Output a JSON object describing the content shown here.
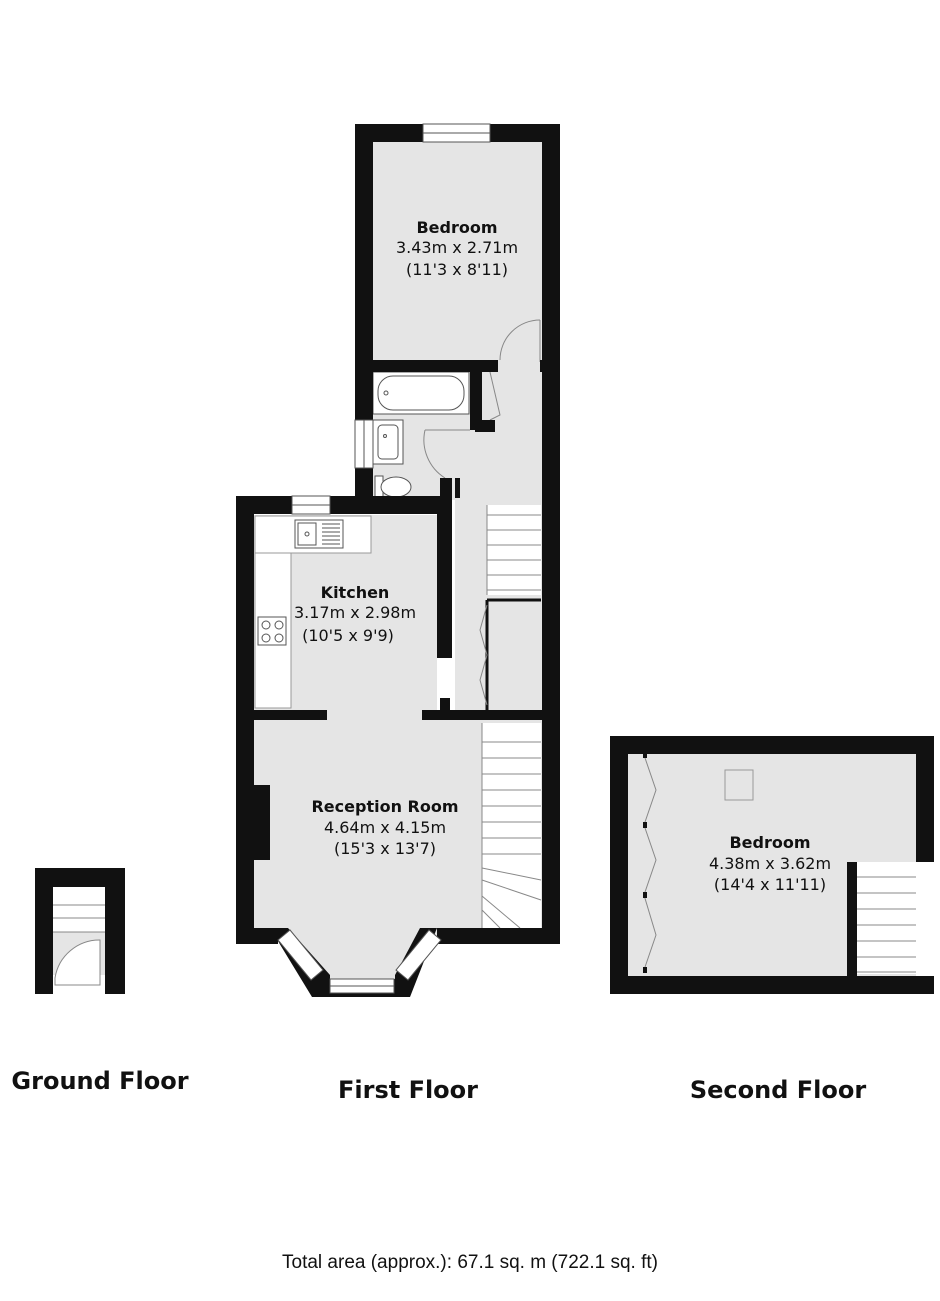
{
  "rooms": {
    "first_bedroom": {
      "name": "Bedroom",
      "metric": "3.43m x 2.71m",
      "imperial": "(11'3 x 8'11)"
    },
    "kitchen": {
      "name": "Kitchen",
      "metric": "3.17m x 2.98m",
      "imperial": "(10'5 x 9'9)"
    },
    "reception": {
      "name": "Reception Room",
      "metric": "4.64m x 4.15m",
      "imperial": "(15'3 x 13'7)"
    },
    "second_bedroom": {
      "name": "Bedroom",
      "metric": "4.38m x 3.62m",
      "imperial": "(14'4 x 11'11)"
    }
  },
  "floors": {
    "ground": "Ground Floor",
    "first": "First Floor",
    "second": "Second Floor"
  },
  "total_area": "Total area (approx.): 67.1 sq. m (722.1 sq. ft)",
  "colors": {
    "wall": "#111111",
    "floor": "#e5e5e5",
    "fixture": "#ffffff",
    "line": "#888888"
  }
}
